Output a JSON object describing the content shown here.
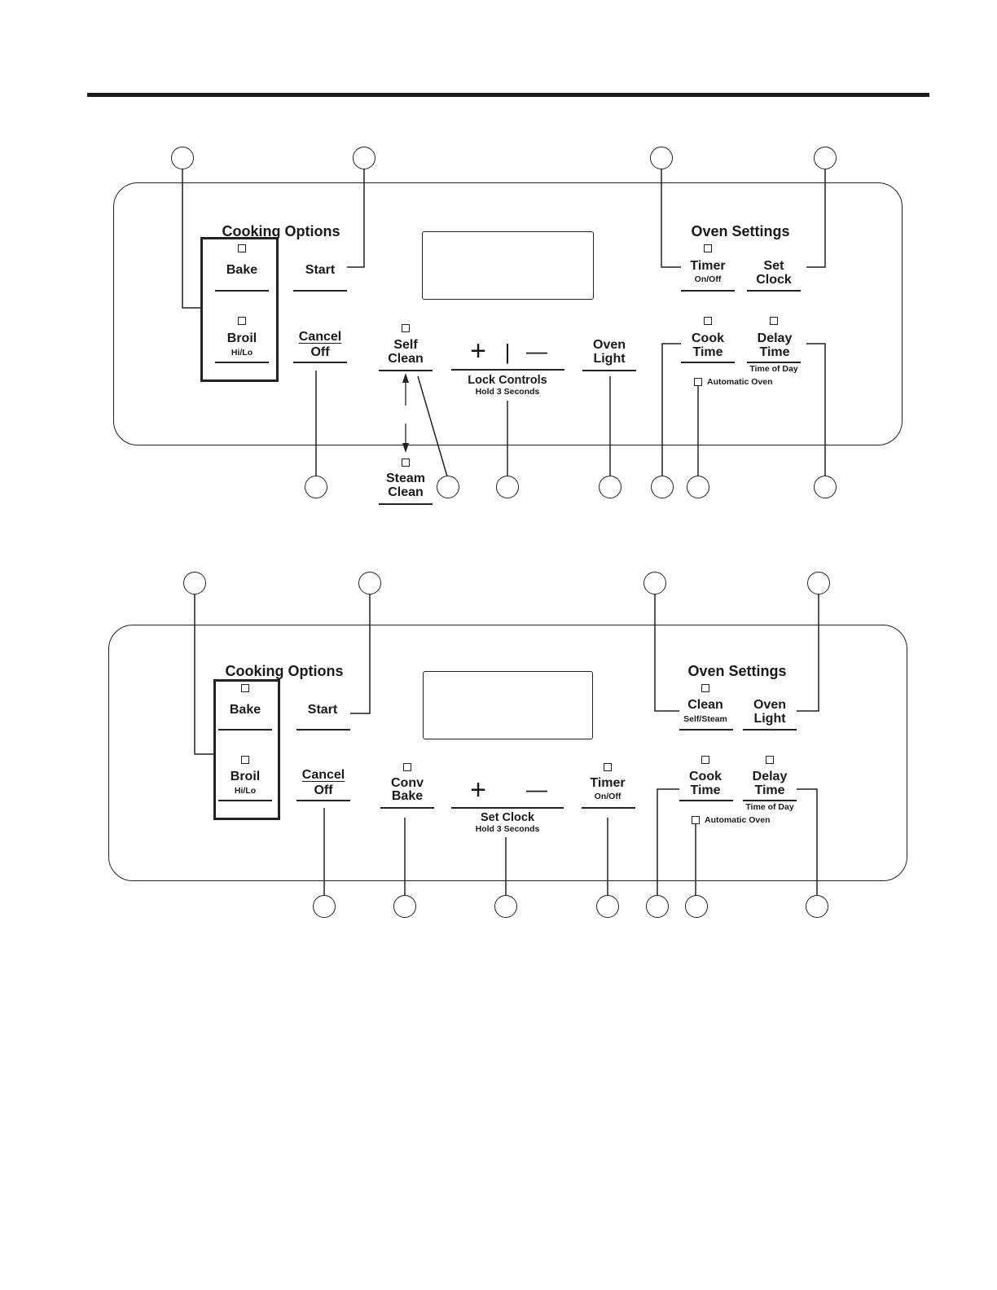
{
  "panel1": {
    "cooking_options": "Cooking Options",
    "oven_settings": "Oven Settings",
    "bake": "Bake",
    "broil": "Broil",
    "broil_sub": "Hi/Lo",
    "start": "Start",
    "cancel": "Cancel",
    "off": "Off",
    "self": "Self",
    "clean": "Clean",
    "steam": "Steam",
    "steam_clean": "Clean",
    "plus": "+",
    "bar": "|",
    "minus": "—",
    "lock_controls": "Lock Controls",
    "hold": "Hold 3 Seconds",
    "oven": "Oven",
    "light": "Light",
    "timer": "Timer",
    "timer_sub": "On/Off",
    "set": "Set",
    "clock": "Clock",
    "cook": "Cook",
    "cook_time": "Time",
    "delay": "Delay",
    "delay_time": "Time",
    "time_of_day": "Time of Day",
    "automatic_oven": "Automatic Oven"
  },
  "panel2": {
    "cooking_options": "Cooking Options",
    "oven_settings": "Oven Settings",
    "bake": "Bake",
    "broil": "Broil",
    "broil_sub": "Hi/Lo",
    "start": "Start",
    "cancel": "Cancel",
    "off": "Off",
    "conv": "Conv",
    "conv_bake": "Bake",
    "plus": "+",
    "minus": "—",
    "set_clock": "Set Clock",
    "hold": "Hold 3 Seconds",
    "timer": "Timer",
    "timer_sub": "On/Off",
    "clean": "Clean",
    "clean_sub": "Self/Steam",
    "oven": "Oven",
    "light": "Light",
    "cook": "Cook",
    "cook_time": "Time",
    "delay": "Delay",
    "delay_time": "Time",
    "time_of_day": "Time of Day",
    "automatic_oven": "Automatic Oven"
  }
}
